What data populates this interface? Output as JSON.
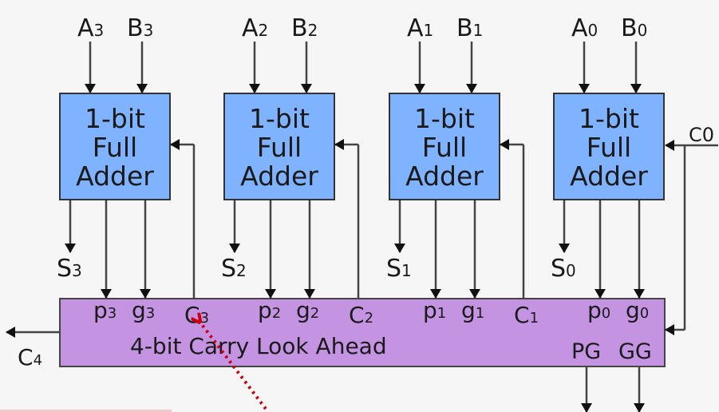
{
  "title": "4-bit Carry Look Ahead Adder",
  "colors": {
    "adder_fill": "#80b3ff",
    "cla_fill": "#c494e2",
    "line": "#1a1a1a",
    "annotation": "#cc0011"
  },
  "adders": [
    {
      "label_line1": "1-bit",
      "label_line2": "Full",
      "label_line3": "Adder",
      "a": "A",
      "b": "B",
      "idx": "3",
      "s": "S",
      "p": "p",
      "g": "g",
      "c": "C"
    },
    {
      "label_line1": "1-bit",
      "label_line2": "Full",
      "label_line3": "Adder",
      "a": "A",
      "b": "B",
      "idx": "2",
      "s": "S",
      "p": "p",
      "g": "g",
      "c": "C"
    },
    {
      "label_line1": "1-bit",
      "label_line2": "Full",
      "label_line3": "Adder",
      "a": "A",
      "b": "B",
      "idx": "1",
      "s": "S",
      "p": "p",
      "g": "g",
      "c": "C"
    },
    {
      "label_line1": "1-bit",
      "label_line2": "Full",
      "label_line3": "Adder",
      "a": "A",
      "b": "B",
      "idx": "0",
      "s": "S",
      "p": "p",
      "g": "g",
      "c": ""
    }
  ],
  "cla": {
    "label": "4-bit Carry Look Ahead",
    "pg": "PG",
    "gg": "GG"
  },
  "carry_in": "C0",
  "carry_out": {
    "base": "C",
    "idx": "4"
  },
  "annotation": {
    "type": "dotted-arrow",
    "target": "C3"
  }
}
